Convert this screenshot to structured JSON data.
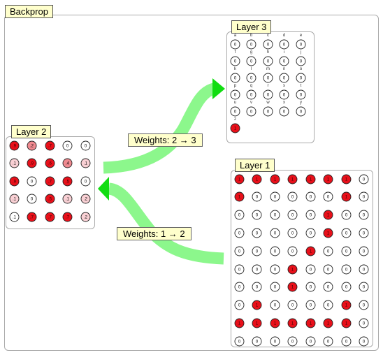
{
  "outer": {
    "title": "Backprop"
  },
  "arrows": {
    "upper_label": "Weights: 2 → 3",
    "lower_label": "Weights: 1 → 2",
    "color": "#8cf78c",
    "head_color": "#11dd11"
  },
  "colors": {
    "active": "#e8101a",
    "mid": "#f08a90",
    "light": "#f9d0d4",
    "border": "#222222"
  },
  "layer3": {
    "title": "Layer 3",
    "cols": 5,
    "units": [
      {
        "label": "a",
        "value": "0",
        "level": 0
      },
      {
        "label": "b",
        "value": "0",
        "level": 0
      },
      {
        "label": "c",
        "value": "0",
        "level": 0
      },
      {
        "label": "d",
        "value": "0",
        "level": 0
      },
      {
        "label": "e",
        "value": "0",
        "level": 0
      },
      {
        "label": "f",
        "value": "0",
        "level": 0
      },
      {
        "label": "g",
        "value": "0",
        "level": 0
      },
      {
        "label": "h",
        "value": "0",
        "level": 0
      },
      {
        "label": "i",
        "value": "0",
        "level": 0
      },
      {
        "label": "j",
        "value": "0",
        "level": 0
      },
      {
        "label": "k",
        "value": "0",
        "level": 0
      },
      {
        "label": "l",
        "value": "0",
        "level": 0
      },
      {
        "label": "m",
        "value": "0",
        "level": 0
      },
      {
        "label": "n",
        "value": "0",
        "level": 0
      },
      {
        "label": "o",
        "value": "0",
        "level": 0
      },
      {
        "label": "p",
        "value": "0",
        "level": 0
      },
      {
        "label": "q",
        "value": "0",
        "level": 0
      },
      {
        "label": "r",
        "value": "0",
        "level": 0
      },
      {
        "label": "s",
        "value": "0",
        "level": 0
      },
      {
        "label": "t",
        "value": "0",
        "level": 0
      },
      {
        "label": "u",
        "value": "0",
        "level": 0
      },
      {
        "label": "v",
        "value": "0",
        "level": 0
      },
      {
        "label": "w",
        "value": "0",
        "level": 0
      },
      {
        "label": "x",
        "value": "0",
        "level": 0
      },
      {
        "label": "y",
        "value": "0",
        "level": 0
      },
      {
        "label": "z",
        "value": "1",
        "level": 3
      }
    ]
  },
  "layer2": {
    "title": "Layer 2",
    "cols": 5,
    "units": [
      {
        "value": ".9",
        "level": 3
      },
      {
        "value": ".2",
        "level": 2
      },
      {
        "value": ".7",
        "level": 3
      },
      {
        "value": "0",
        "level": 0
      },
      {
        "value": "0",
        "level": 0
      },
      {
        "value": ".1",
        "level": 1
      },
      {
        "value": ".9",
        "level": 3
      },
      {
        "value": ".6",
        "level": 3
      },
      {
        "value": ".4",
        "level": 2
      },
      {
        "value": ".1",
        "level": 1
      },
      {
        "value": ".9",
        "level": 3
      },
      {
        "value": "0",
        "level": 0
      },
      {
        "value": ".7",
        "level": 3
      },
      {
        "value": ".5",
        "level": 3
      },
      {
        "value": "0",
        "level": 0
      },
      {
        "value": ".1",
        "level": 1
      },
      {
        "value": "0",
        "level": 0
      },
      {
        "value": ".5",
        "level": 3
      },
      {
        "value": ".1",
        "level": 1
      },
      {
        "value": ".2",
        "level": 1
      },
      {
        "value": ".1",
        "level": 0
      },
      {
        "value": ".7",
        "level": 3
      },
      {
        "value": ".7",
        "level": 3
      },
      {
        "value": ".7",
        "level": 3
      },
      {
        "value": ".2",
        "level": 1
      }
    ]
  },
  "layer1": {
    "title": "Layer 1",
    "cols": 8,
    "rows": [
      [
        "1",
        "1",
        "1",
        "1",
        "1",
        "1",
        "1",
        "0"
      ],
      [
        "1",
        "0",
        "0",
        "0",
        "0",
        "0",
        "1",
        "0"
      ],
      [
        "0",
        "0",
        "0",
        "0",
        "0",
        "1",
        "0",
        "0"
      ],
      [
        "0",
        "0",
        "0",
        "0",
        "0",
        "1",
        "0",
        "0"
      ],
      [
        "0",
        "0",
        "0",
        "0",
        "1",
        "0",
        "0",
        "0"
      ],
      [
        "0",
        "0",
        "0",
        "1",
        "0",
        "0",
        "0",
        "0"
      ],
      [
        "0",
        "0",
        "0",
        "1",
        "0",
        "0",
        "0",
        "0"
      ],
      [
        "0",
        "1",
        "0",
        "0",
        "0",
        "0",
        "1",
        "0"
      ],
      [
        "1",
        "1",
        "1",
        "1",
        "1",
        "1",
        "1",
        "0"
      ],
      [
        "0",
        "0",
        "0",
        "0",
        "0",
        "0",
        "0",
        "0"
      ]
    ]
  }
}
